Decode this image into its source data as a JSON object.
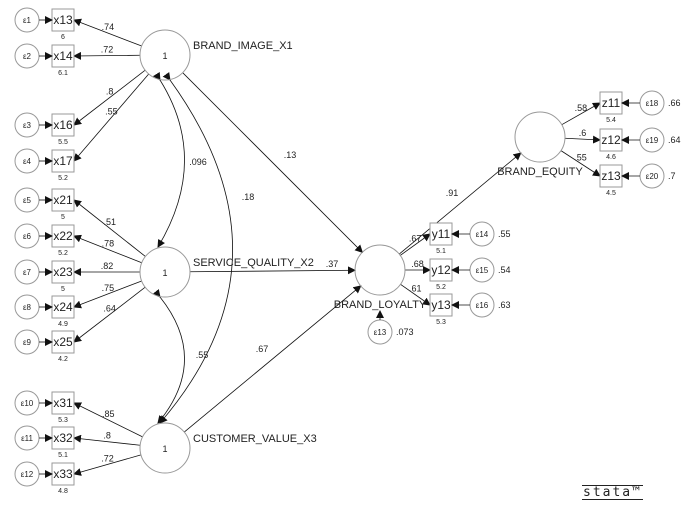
{
  "latents": [
    {
      "id": "BI",
      "label": "BRAND_IMAGE_X1",
      "variance": "1"
    },
    {
      "id": "SQ",
      "label": "SERVICE_QUALITY_X2",
      "variance": "1"
    },
    {
      "id": "CV",
      "label": "CUSTOMER_VALUE_X3",
      "variance": "1"
    },
    {
      "id": "BL",
      "label": "BRAND_LOYALTY"
    },
    {
      "id": "BE",
      "label": "BRAND_EQUITY"
    }
  ],
  "indicators": [
    {
      "label": "x13",
      "latent": "BI",
      "loading": ".74",
      "intercept": "6",
      "error": "ε1"
    },
    {
      "label": "x14",
      "latent": "BI",
      "loading": ".72",
      "intercept": "6.1",
      "error": "ε2"
    },
    {
      "label": "x16",
      "latent": "BI",
      "loading": ".8",
      "intercept": "5.5",
      "error": "ε3"
    },
    {
      "label": "x17",
      "latent": "BI",
      "loading": ".55",
      "intercept": "5.2",
      "error": "ε4"
    },
    {
      "label": "x21",
      "latent": "SQ",
      "loading": ".51",
      "intercept": "5",
      "error": "ε5"
    },
    {
      "label": "x22",
      "latent": "SQ",
      "loading": ".78",
      "intercept": "5.2",
      "error": "ε6"
    },
    {
      "label": "x23",
      "latent": "SQ",
      "loading": ".82",
      "intercept": "5",
      "error": "ε7"
    },
    {
      "label": "x24",
      "latent": "SQ",
      "loading": ".75",
      "intercept": "4.9",
      "error": "ε8"
    },
    {
      "label": "x25",
      "latent": "SQ",
      "loading": ".64",
      "intercept": "4.2",
      "error": "ε9"
    },
    {
      "label": "x31",
      "latent": "CV",
      "loading": ".85",
      "intercept": "5.3",
      "error": "ε10"
    },
    {
      "label": "x32",
      "latent": "CV",
      "loading": ".8",
      "intercept": "5.1",
      "error": "ε11"
    },
    {
      "label": "x33",
      "latent": "CV",
      "loading": ".72",
      "intercept": "4.8",
      "error": "ε12"
    },
    {
      "label": "y11",
      "latent": "BL",
      "loading": ".67",
      "intercept": "5.1",
      "error": "ε14",
      "error_var": ".55"
    },
    {
      "label": "y12",
      "latent": "BL",
      "loading": ".68",
      "intercept": "5.2",
      "error": "ε15",
      "error_var": ".54"
    },
    {
      "label": "y13",
      "latent": "BL",
      "loading": ".61",
      "intercept": "5.3",
      "error": "ε16",
      "error_var": ".63"
    },
    {
      "label": "z11",
      "latent": "BE",
      "loading": ".58",
      "intercept": "5.4",
      "error": "ε18",
      "error_var": ".66"
    },
    {
      "label": "z12",
      "latent": "BE",
      "loading": ".6",
      "intercept": "4.6",
      "error": "ε19",
      "error_var": ".64"
    },
    {
      "label": "z13",
      "latent": "BE",
      "loading": ".55",
      "intercept": "4.5",
      "error": "ε20",
      "error_var": ".7"
    }
  ],
  "paths": [
    {
      "from": "BI",
      "to": "BL",
      "coef": ".13"
    },
    {
      "from": "SQ",
      "to": "BL",
      "coef": ".37"
    },
    {
      "from": "CV",
      "to": "BL",
      "coef": ".67"
    },
    {
      "from": "BL",
      "to": "BE",
      "coef": ".91"
    }
  ],
  "covariances": [
    {
      "a": "BI",
      "b": "SQ",
      "coef": ".096"
    },
    {
      "a": "BI",
      "b": "CV",
      "coef": ".18"
    },
    {
      "a": "SQ",
      "b": "CV",
      "coef": ".55"
    }
  ],
  "disturbance": {
    "label": "ε13",
    "variance": ".073"
  },
  "logo": "stata™"
}
